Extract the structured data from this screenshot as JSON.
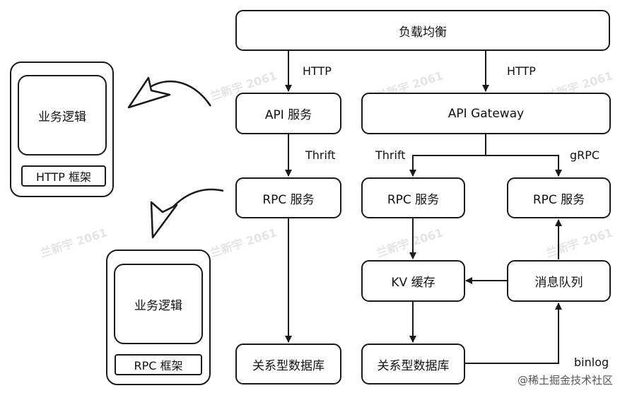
{
  "nodes": {
    "lb": "负载均衡",
    "api_service": "API 服务",
    "api_gateway": "API Gateway",
    "rpc_left": "RPC 服务",
    "rpc_mid": "RPC 服务",
    "rpc_right": "RPC 服务",
    "kv_cache": "KV 缓存",
    "mq": "消息队列",
    "db_left": "关系型数据库",
    "db_mid": "关系型数据库"
  },
  "edges": {
    "http_left": "HTTP",
    "http_right": "HTTP",
    "thrift_left": "Thrift",
    "thrift_mid": "Thrift",
    "grpc": "gRPC",
    "binlog": "binlog"
  },
  "legend_http": {
    "logic": "业务逻辑",
    "framework": "HTTP 框架"
  },
  "legend_rpc": {
    "logic": "业务逻辑",
    "framework": "RPC 框架"
  },
  "watermark": "兰新宇 2061",
  "footer": "@稀土掘金技术社区"
}
